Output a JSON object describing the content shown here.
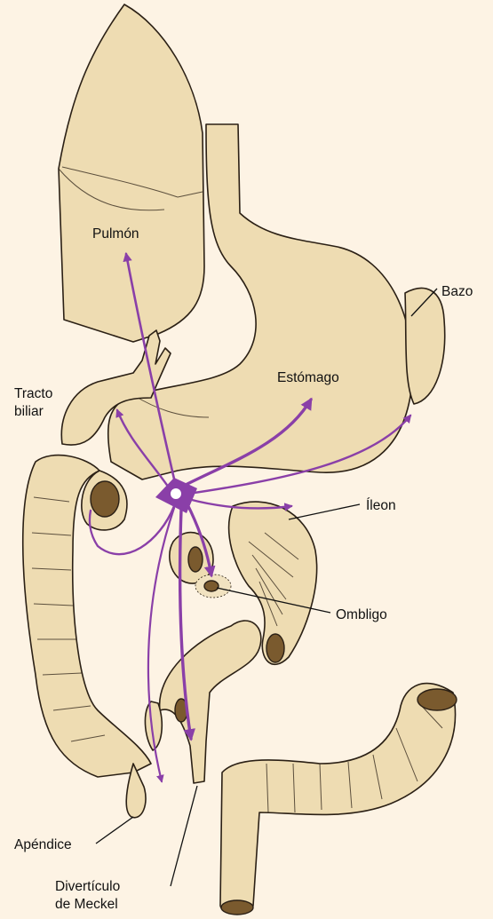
{
  "diagram": {
    "labels": {
      "lung": "Pulmón",
      "spleen": "Bazo",
      "stomach": "Estómago",
      "biliary": [
        "Tracto",
        "biliar"
      ],
      "ileum": "Íleon",
      "navel": "Ombligo",
      "appendix": "Apéndice",
      "meckel": [
        "Divertículo",
        "de Meckel"
      ]
    },
    "colors": {
      "background": "#fdf3e4",
      "organ": "#eedcb2",
      "arrow": "#8a3fa8",
      "outline": "#2b2015"
    }
  }
}
